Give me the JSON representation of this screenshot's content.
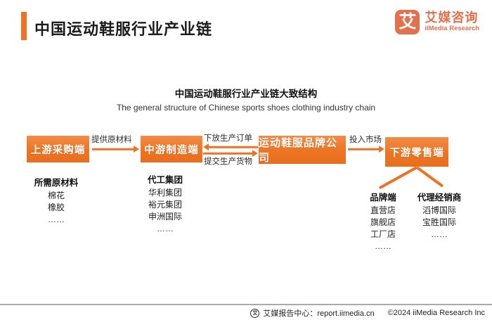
{
  "header": {
    "title": "中国运动鞋服行业产业链",
    "logo": {
      "mark": "艾",
      "name_cn": "艾媒咨询",
      "name_en": "iiMedia Research"
    }
  },
  "diagram": {
    "title_cn": "中国运动鞋服行业产业链大致结构",
    "title_en": "The general structure of Chinese sports shoes clothing industry chain",
    "nodes": {
      "upstream": "上游采购端",
      "midstream": "中游制造端",
      "brand": "运动鞋服品牌公司",
      "retail": "下游零售端"
    },
    "arrows": {
      "supply": {
        "label": "提供原材料",
        "direction": "right"
      },
      "orders": {
        "label": "下放生产订单",
        "direction": "left"
      },
      "goods": {
        "label": "提交生产货物",
        "direction": "right"
      },
      "market": {
        "label": "投入市场",
        "direction": "right"
      }
    },
    "lists": {
      "materials": {
        "header": "所需原材料",
        "items": [
          "棉花",
          "橡胶",
          "……"
        ]
      },
      "oem": {
        "header": "代工集团",
        "items": [
          "华利集团",
          "裕元集团",
          "申洲国际",
          "……"
        ]
      },
      "brand_channel": {
        "header": "品牌端",
        "items": [
          "直营店",
          "旗舰店",
          "工厂店",
          "……"
        ]
      },
      "agents": {
        "header": "代理经销商",
        "items": [
          "滔博国际",
          "宝胜国际",
          "……"
        ]
      }
    }
  },
  "footer": {
    "report_center": "艾媒报告中心：report.iimedia.cn",
    "copyright": "©2024  iiMedia Research Inc",
    "icon_glyph": "艾"
  },
  "colors": {
    "accent": "#ED7226",
    "logo_orange": "#E4704D",
    "divider_gray": "#A9A9AD"
  }
}
